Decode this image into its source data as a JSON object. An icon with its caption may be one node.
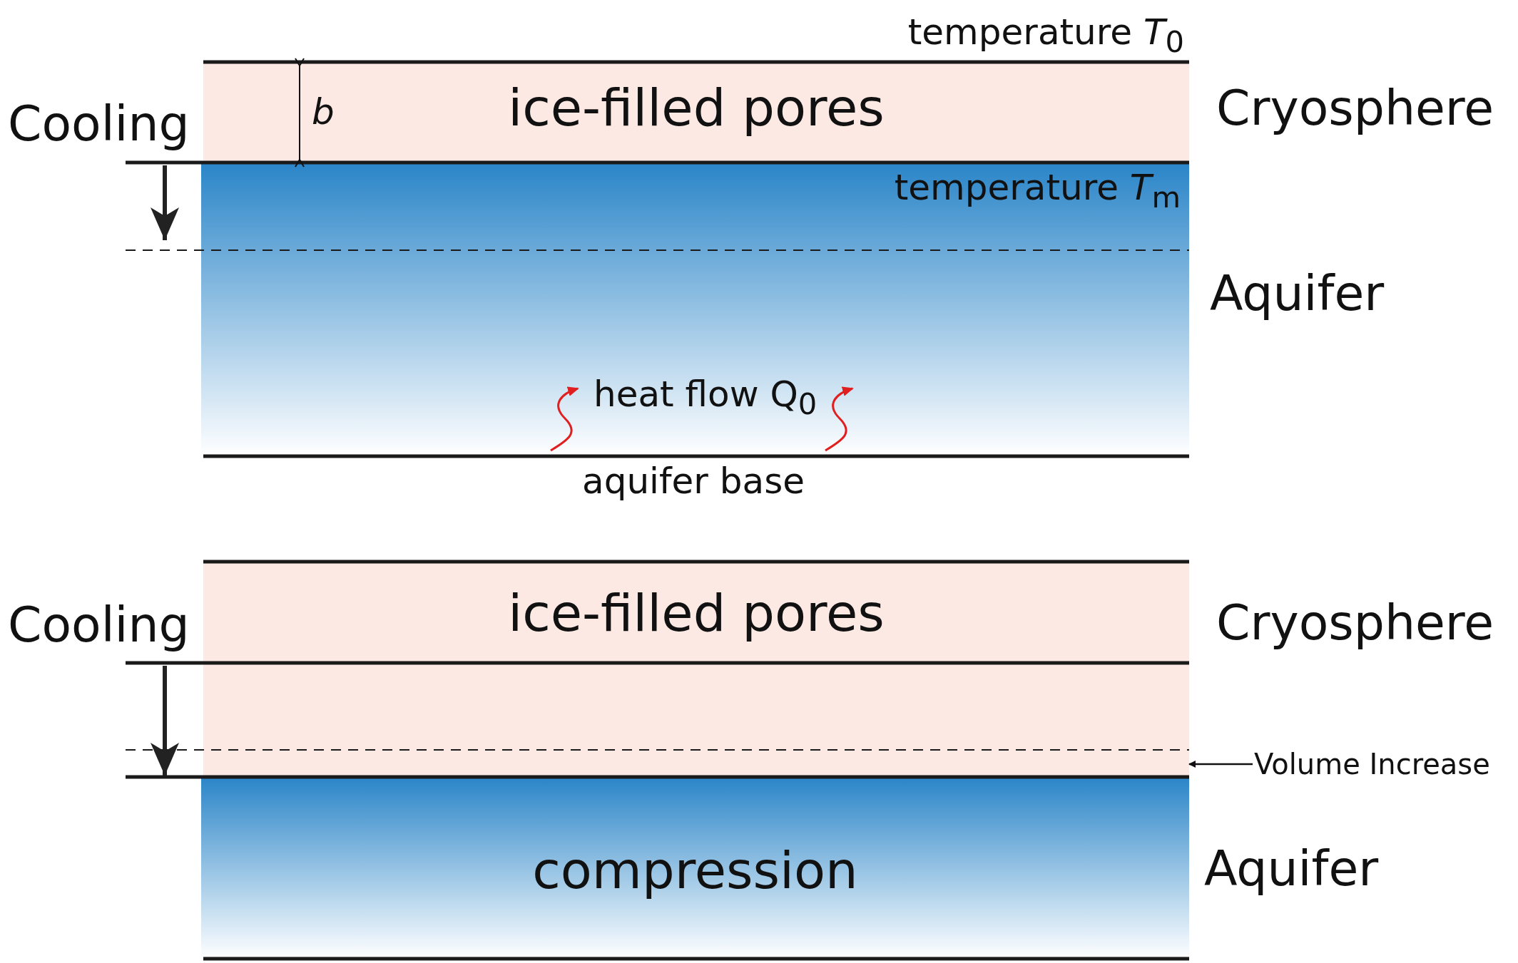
{
  "diagram": {
    "nodes": [
      {
        "text": [
          "ice-filled pores"
        ],
        "beside": [
          "temperature *T*$_{0}$"
        ]
      },
      {
        "text": [
          "temperature *T*$_{m}$",
          "heat flow Q$_{0}$"
        ]
      },
      {
        "text": [
          "ice-filled pores"
        ]
      },
      {
        "text": [
          "compression"
        ]
      },
      {
        "text": [
          "Volume Increase"
        ]
      }
    ],
    "edges": [
      {
        "from": 4,
        "to": 2,
        "arrow": "to"
      }
    ],
    "labels": [
      "Cooling",
      "*b*",
      "Cryosphere",
      "Aquifer",
      "aquifer base",
      "Cooling",
      "Cryosphere",
      "Aquifer"
    ]
  }
}
